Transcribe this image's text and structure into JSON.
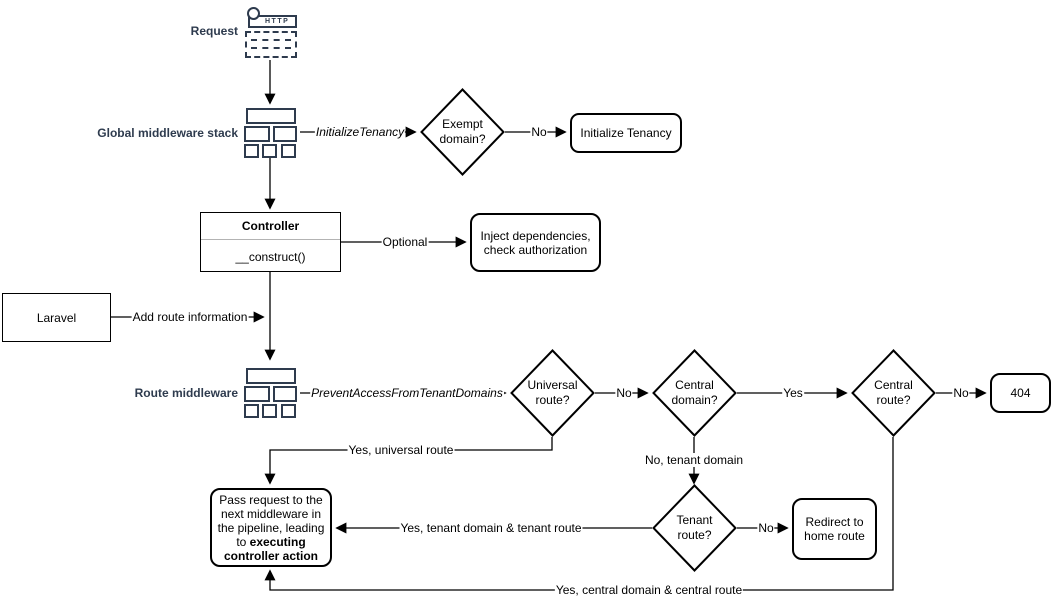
{
  "labels": {
    "request": "Request",
    "global_middleware_stack": "Global middleware stack",
    "route_middleware": "Route middleware"
  },
  "icons": {
    "http": "HTTP"
  },
  "shapes": {
    "exempt_domain": "Exempt domain?",
    "initialize_tenancy": "Initialize Tenancy",
    "controller_title": "Controller",
    "controller_method": "__construct()",
    "inject_dependencies": "Inject dependencies, check authorization",
    "laravel": "Laravel",
    "universal_route": "Universal route?",
    "central_domain": "Central domain?",
    "central_route": "Central route?",
    "not_found": "404",
    "tenant_route": "Tenant route?",
    "redirect_home": "Redirect to home route",
    "pass_request_normal": "Pass request to the next middleware in the pipeline, leading to ",
    "pass_request_bold": "executing controller action"
  },
  "edge_labels": {
    "initialize_tenancy_mw": "InitializeTenancy",
    "no_exempt": "No",
    "optional": "Optional",
    "add_route_information": "Add route information",
    "prevent_access_mw": "PreventAccessFromTenantDomains",
    "no_universal": "No",
    "yes_central_domain": "Yes",
    "no_central_route": "No",
    "yes_universal_route": "Yes, universal route",
    "no_tenant_domain": "No, tenant domain",
    "yes_tenant_route": "Yes, tenant domain & tenant route",
    "no_tenant_route": "No",
    "yes_central_route": "Yes, central domain & central route"
  },
  "colors": {
    "icon_navy": "#2e3b4e",
    "line_black": "#000000",
    "background": "#ffffff"
  }
}
